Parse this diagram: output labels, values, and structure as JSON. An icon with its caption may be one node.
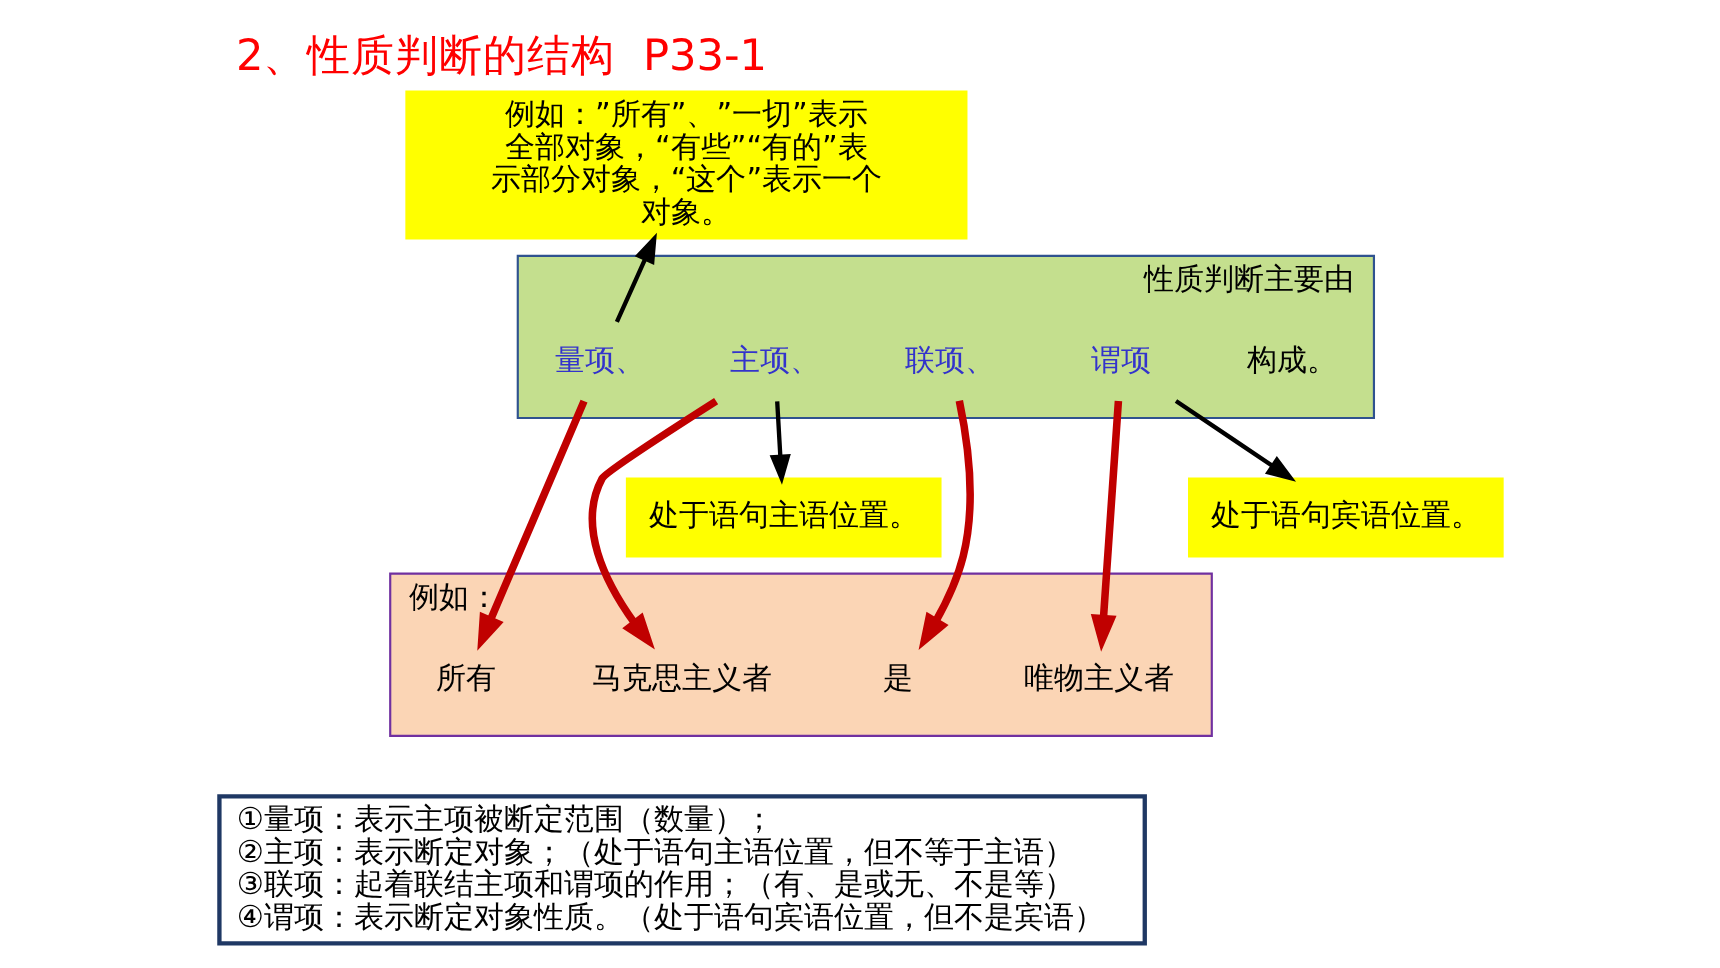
{
  "diagram": {
    "title": "2、性质判断的结构  P33-1",
    "nodes": [
      {
        "text": [
          "例如：”所有”、”一切”表示全部对象，“有些”“有的”表示部分对象，“这个”表示一个对象。"
        ]
      },
      {
        "text": [
          "性质判断主要由"
        ]
      },
      {
        "text": [
          "量项、"
        ],
        "in": 1
      },
      {
        "text": [
          "主项、"
        ],
        "in": 1
      },
      {
        "text": [
          "联项、"
        ],
        "in": 1
      },
      {
        "text": [
          "谓项"
        ],
        "in": 1
      },
      {
        "text": [
          "构成。"
        ],
        "in": 1
      },
      {
        "text": [
          "例如："
        ]
      },
      {
        "text": [
          "所有"
        ],
        "in": 7
      },
      {
        "text": [
          "马克思主义者"
        ],
        "in": 7
      },
      {
        "text": [
          "是"
        ],
        "in": 7
      },
      {
        "text": [
          "唯物主义者"
        ],
        "in": 7
      },
      {
        "text": [
          "处于语句主语位置。"
        ]
      },
      {
        "text": [
          "处于语句宾语位置。"
        ]
      },
      {
        "text": [
          "①量项：表示主项被断定范围（数量）；",
          "②主项：表示断定对象；（处于语句主语位置，但不等于主语）",
          "③联项：起着联结主项和谓项的作用；（有、是或无、不是等）",
          "④谓项：表示断定对象性质。（处于语句宾语位置，但不是宾语）"
        ]
      }
    ],
    "edges": [
      {
        "from": 2,
        "to": 0,
        "arrow": "to",
        "color": "#000000"
      },
      {
        "from": 3,
        "to": 12,
        "arrow": "to",
        "color": "#000000"
      },
      {
        "from": 5,
        "to": 13,
        "arrow": "to",
        "color": "#000000"
      },
      {
        "from": 2,
        "to": 8,
        "arrow": "to"
      },
      {
        "from": 3,
        "to": 9,
        "arrow": "to"
      },
      {
        "from": 4,
        "to": 10,
        "arrow": "to"
      },
      {
        "from": 5,
        "to": 11,
        "arrow": "to"
      }
    ]
  }
}
